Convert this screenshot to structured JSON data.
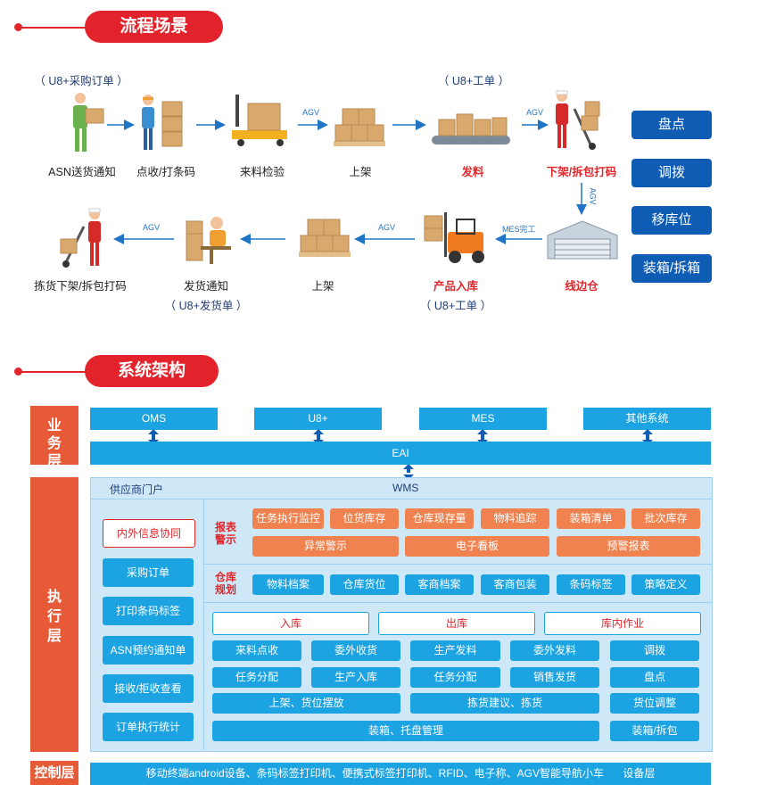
{
  "section1": {
    "title": "流程场景"
  },
  "section2": {
    "title": "系统架构"
  },
  "flow": {
    "top_nodes": [
      {
        "label": "ASN送货通知",
        "red": false
      },
      {
        "label": "点收/打条码",
        "red": false
      },
      {
        "label": "来料检验",
        "red": false
      },
      {
        "label": "上架",
        "red": false
      },
      {
        "label": "发料",
        "red": true
      },
      {
        "label": "下架/拆包打码",
        "red": true
      }
    ],
    "bottom_nodes": [
      {
        "label": "拣货下架/拆包打码",
        "red": false
      },
      {
        "label": "发货通知",
        "red": false
      },
      {
        "label": "上架",
        "red": false
      },
      {
        "label": "产品入库",
        "red": true
      },
      {
        "label": "线边仓",
        "red": true
      }
    ],
    "notes": {
      "u8_order": "（ U8+采购订单 ）",
      "u8_work_top": "（ U8+工单 ）",
      "u8_ship": "（ U8+发货单 ）",
      "u8_work_bottom": "（ U8+工单 ）"
    },
    "arrow_labels": {
      "agv1": "AGV",
      "agv2": "AGV",
      "agv_vertical": "AGV",
      "mes_done": "MES完工",
      "agv3": "AGV",
      "agv4": "AGV"
    },
    "side_buttons": [
      "盘点",
      "调拨",
      "移库位",
      "装箱/拆箱"
    ]
  },
  "arch": {
    "layers": {
      "business": "业务层",
      "execution": "执行层",
      "control": "控制层"
    },
    "systems": [
      "OMS",
      "U8+",
      "MES",
      "其他系统"
    ],
    "eai": "EAI",
    "supplier_portal": "供应商门户",
    "wms": "WMS",
    "left_items": [
      "内外信息协同",
      "采购订单",
      "打印条码标签",
      "ASN预约通知单",
      "接收/拒收查看",
      "订单执行统计"
    ],
    "report_label": "报表警示",
    "report_row1": [
      "任务执行监控",
      "位货库存",
      "仓库现存量",
      "物料追踪",
      "装箱清单",
      "批次库存"
    ],
    "report_row2": [
      "异常警示",
      "电子看板",
      "预警报表"
    ],
    "warehouse_label": "仓库规划",
    "warehouse_row": [
      "物料档案",
      "仓库货位",
      "客商档案",
      "客商包装",
      "条码标签",
      "策略定义"
    ],
    "ops_headers": [
      "入库",
      "出库",
      "库内作业"
    ],
    "ops_row1": [
      "来料点收",
      "委外收货",
      "生产发料",
      "委外发料",
      "调拨"
    ],
    "ops_row2": [
      "任务分配",
      "生产入库",
      "任务分配",
      "销售发货",
      "盘点"
    ],
    "ops_row3": [
      "上架、货位摆放",
      "拣货建议、拣货",
      "货位调整"
    ],
    "ops_row4": [
      "装箱、托盘管理",
      "装箱/拆包"
    ],
    "control_text": "移动终端android设备、条码标签打印机、便携式标签打印机、RFID、电子称、AGV智能导航小车",
    "control_suffix": "设备层"
  }
}
